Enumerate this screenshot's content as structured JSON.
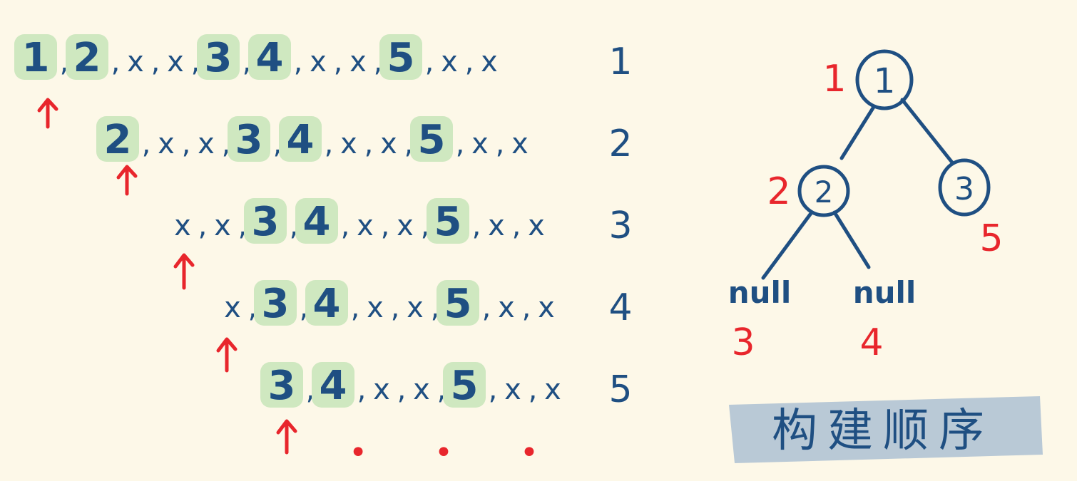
{
  "sequence_rows": [
    {
      "row_label": "1",
      "tokens": [
        "1",
        ",",
        "2",
        ",",
        "x",
        ",",
        "x",
        ",",
        "3",
        ",",
        "4",
        ",",
        "x",
        ",",
        "x",
        ",",
        "5",
        ",",
        "x",
        ",",
        "x"
      ]
    },
    {
      "row_label": "2",
      "tokens": [
        "2",
        ",",
        "x",
        ",",
        "x",
        ",",
        "3",
        ",",
        "4",
        ",",
        "x",
        ",",
        "x",
        ",",
        "5",
        ",",
        "x",
        ",",
        "x"
      ]
    },
    {
      "row_label": "3",
      "tokens": [
        "x",
        ",",
        "x",
        ",",
        "3",
        ",",
        "4",
        ",",
        "x",
        ",",
        "x",
        ",",
        "5",
        ",",
        "x",
        ",",
        "x"
      ]
    },
    {
      "row_label": "4",
      "tokens": [
        "x",
        ",",
        "3",
        ",",
        "4",
        ",",
        "x",
        ",",
        "x",
        ",",
        "5",
        ",",
        "x",
        ",",
        "x"
      ]
    },
    {
      "row_label": "5",
      "tokens": [
        "3",
        ",",
        "4",
        ",",
        "x",
        ",",
        "x",
        ",",
        "5",
        ",",
        "x",
        ",",
        "x"
      ]
    }
  ],
  "ellipsis": "• • •",
  "tree": {
    "nodes": [
      {
        "label": "1",
        "order": "1"
      },
      {
        "label": "2",
        "order": "2"
      },
      {
        "label": "3",
        "order": "5"
      }
    ],
    "null_leaves": [
      {
        "label": "null",
        "order": "3"
      },
      {
        "label": "null",
        "order": "4"
      }
    ]
  },
  "caption": "构建顺序",
  "colors": {
    "background": "#fdf8e8",
    "ink": "#1f4f82",
    "order_red": "#e8262c",
    "highlight_green": "#cfe8c0",
    "caption_bg": "#b9c9d6"
  }
}
